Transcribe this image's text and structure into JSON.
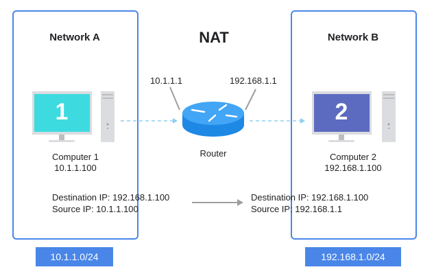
{
  "title": "NAT",
  "network_a": {
    "label": "Network A",
    "subnet": "10.1.1.0/24",
    "computer": {
      "number": "1",
      "name": "Computer 1",
      "ip": "10.1.1.100",
      "screen_color": "#3ddbe0"
    },
    "packet": {
      "dest": "Destination IP: 192.168.1.100",
      "src": "Source IP: 10.1.1.100"
    }
  },
  "network_b": {
    "label": "Network B",
    "subnet": "192.168.1.0/24",
    "computer": {
      "number": "2",
      "name": "Computer 2",
      "ip": "192.168.1.100",
      "screen_color": "#5c6bc0"
    },
    "packet": {
      "dest": "Destination IP: 192.168.1.100",
      "src": "Source IP: 192.168.1.1"
    }
  },
  "router": {
    "label": "Router",
    "ip_left": "10.1.1.1",
    "ip_right": "192.168.1.1",
    "color": "#2196f3"
  },
  "colors": {
    "border": "#4a86e8",
    "arrow": "#9e9e9e",
    "dashed": "#8ecff0"
  }
}
